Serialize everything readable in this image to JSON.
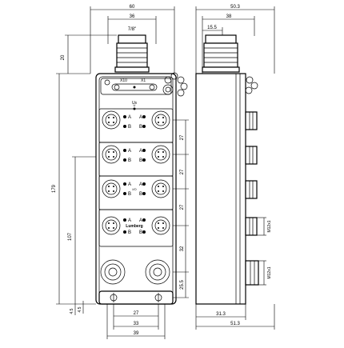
{
  "drawing": {
    "front_view": {
      "dimensions": {
        "overall_width": "60",
        "top_connector_width": "36",
        "thread_label": "7/8\"",
        "connector_height": "20",
        "overall_height": "179",
        "lower_height": "107",
        "pitch_1": "27",
        "pitch_2": "27",
        "pitch_3": "27",
        "pitch_4": "32",
        "pitch_5": "25.5",
        "left_small_1": "4.5",
        "left_small_2": "4.5",
        "bottom_27": "27",
        "bottom_39": "39",
        "bottom_33": "33"
      },
      "port_labels": {
        "row1": [
          "A",
          "B"
        ],
        "row2": [
          "A",
          "B"
        ],
        "row3": [
          "A",
          "B"
        ],
        "row4": [
          "A",
          "B"
        ],
        "center_top": "Us",
        "center_mid": "I/O",
        "brand": "Lumberg"
      },
      "top_labels": [
        "X10",
        "X1"
      ]
    },
    "side_view": {
      "dimensions": {
        "overall_width": "50.3",
        "top_width": "38",
        "connector_offset": "15.5",
        "depth_1": "31.3",
        "depth_2": "51.3",
        "thread_1": "M12x1",
        "thread_2": "M12x1"
      }
    }
  }
}
